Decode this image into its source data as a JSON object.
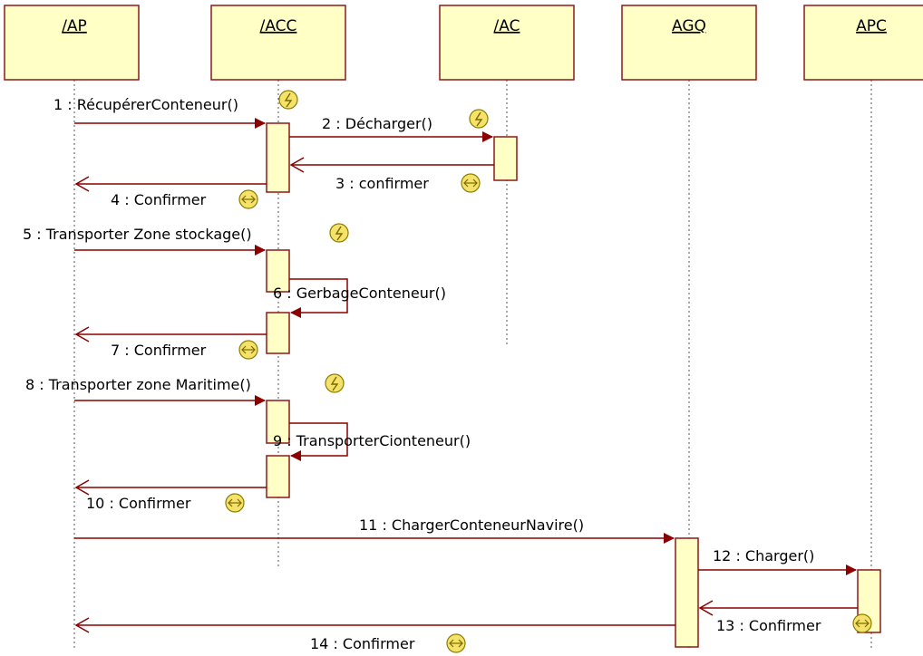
{
  "colors": {
    "box_fill": "#FFFFC6",
    "box_stroke": "#8B1A1A",
    "message_stroke": "#8B0000",
    "lifeline_stroke": "#555555",
    "icon_fill": "#F5E26A",
    "icon_stroke": "#8B7D00"
  },
  "lifelines": [
    {
      "id": "ap",
      "name": "/AP"
    },
    {
      "id": "acc",
      "name": "/ACC"
    },
    {
      "id": "ac",
      "name": "/AC"
    },
    {
      "id": "agq",
      "name": "AGQ"
    },
    {
      "id": "apc",
      "name": "APC"
    }
  ],
  "messages": [
    {
      "label": "1 : RécupérerConteneur()",
      "from": "ap",
      "to": "acc",
      "kind": "call",
      "icon": "lightning-icon"
    },
    {
      "label": "2 : Décharger()",
      "from": "acc",
      "to": "ac",
      "kind": "call",
      "icon": "lightning-icon"
    },
    {
      "label": "3 : confirmer",
      "from": "ac",
      "to": "acc",
      "kind": "return",
      "icon": "double-arrow-icon"
    },
    {
      "label": "4 : Confirmer",
      "from": "acc",
      "to": "ap",
      "kind": "return",
      "icon": "double-arrow-icon"
    },
    {
      "label": "5 : Transporter Zone stockage()",
      "from": "ap",
      "to": "acc",
      "kind": "call",
      "icon": "lightning-icon"
    },
    {
      "label": "6 : GerbageConteneur()",
      "from": "acc",
      "to": "acc",
      "kind": "self",
      "icon": ""
    },
    {
      "label": "7 : Confirmer",
      "from": "acc",
      "to": "ap",
      "kind": "return",
      "icon": "double-arrow-icon"
    },
    {
      "label": "8 : Transporter zone Maritime()",
      "from": "ap",
      "to": "acc",
      "kind": "call",
      "icon": "lightning-icon"
    },
    {
      "label": "9 : TransporterCionteneur()",
      "from": "acc",
      "to": "acc",
      "kind": "self",
      "icon": ""
    },
    {
      "label": "10 : Confirmer",
      "from": "acc",
      "to": "ap",
      "kind": "return",
      "icon": "double-arrow-icon"
    },
    {
      "label": "11 : ChargerConteneurNavire()",
      "from": "ap",
      "to": "agq",
      "kind": "call",
      "icon": ""
    },
    {
      "label": "12 : Charger()",
      "from": "agq",
      "to": "apc",
      "kind": "call",
      "icon": ""
    },
    {
      "label": "13 : Confirmer",
      "from": "apc",
      "to": "agq",
      "kind": "return",
      "icon": "double-arrow-icon"
    },
    {
      "label": "14 : Confirmer",
      "from": "agq",
      "to": "ap",
      "kind": "return",
      "icon": "double-arrow-icon"
    }
  ]
}
